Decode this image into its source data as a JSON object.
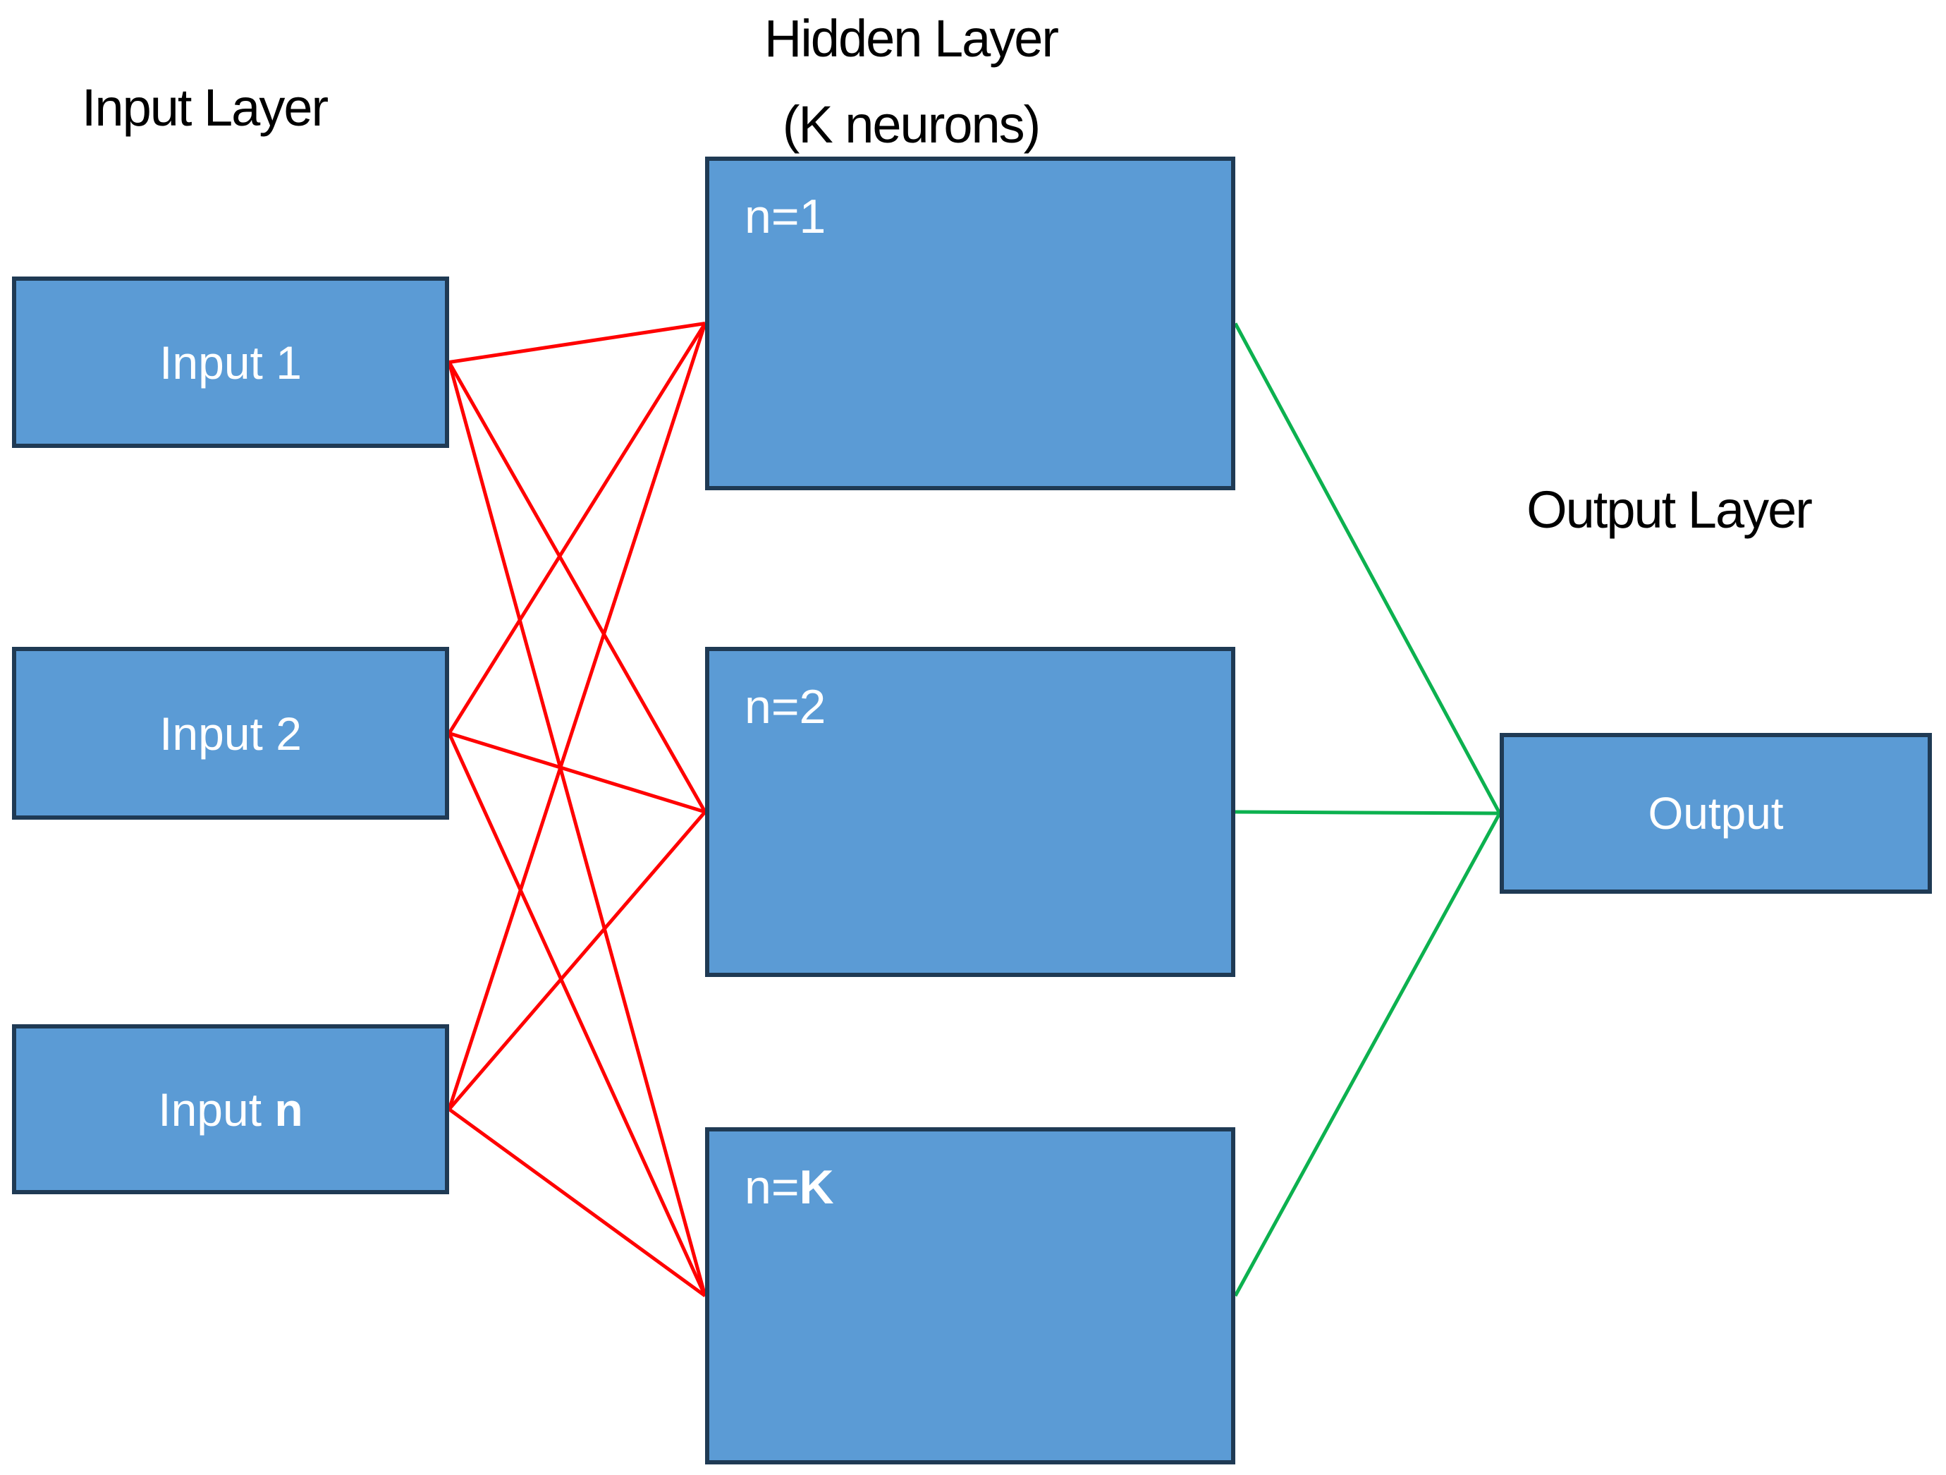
{
  "diagram": {
    "titles": {
      "input_layer": "Input Layer",
      "hidden_layer_line1": "Hidden Layer",
      "hidden_layer_line2": "(K neurons)",
      "output_layer": "Output Layer"
    },
    "nodes": {
      "input1": {
        "label": "Input 1",
        "bold": ""
      },
      "input2": {
        "label": "Input 2",
        "bold": ""
      },
      "inputn": {
        "label": "Input ",
        "bold": "n"
      },
      "h1": {
        "label": "n=1",
        "bold": ""
      },
      "h2": {
        "label": "n=2",
        "bold": ""
      },
      "hK": {
        "label": "n=",
        "bold": "K"
      },
      "output": {
        "label": "Output",
        "bold": ""
      }
    },
    "edges": [
      {
        "from": "input1",
        "to": "h1",
        "color": "red"
      },
      {
        "from": "input1",
        "to": "h2",
        "color": "red"
      },
      {
        "from": "input1",
        "to": "hK",
        "color": "red"
      },
      {
        "from": "input2",
        "to": "h1",
        "color": "red"
      },
      {
        "from": "input2",
        "to": "h2",
        "color": "red"
      },
      {
        "from": "input2",
        "to": "hK",
        "color": "red"
      },
      {
        "from": "inputn",
        "to": "h1",
        "color": "red"
      },
      {
        "from": "inputn",
        "to": "h2",
        "color": "red"
      },
      {
        "from": "inputn",
        "to": "hK",
        "color": "red"
      },
      {
        "from": "h1",
        "to": "output",
        "color": "green"
      },
      {
        "from": "h2",
        "to": "output",
        "color": "green"
      },
      {
        "from": "hK",
        "to": "output",
        "color": "green"
      }
    ],
    "colors": {
      "node_fill": "#5b9bd5",
      "node_border": "#1f3a54",
      "node_text": "#ffffff",
      "title_text": "#000000",
      "input_to_hidden": "#ff0000",
      "hidden_to_output": "#0cb14f"
    },
    "line_width": 5
  }
}
